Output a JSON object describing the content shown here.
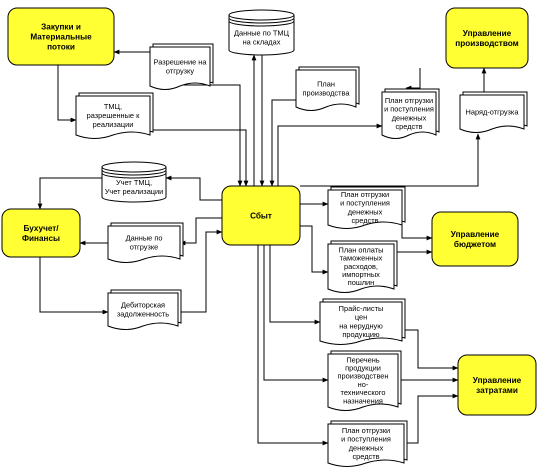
{
  "processes": [
    {
      "id": "zakupki",
      "label": "Закупки и\nМатериальные\nпотоки"
    },
    {
      "id": "proizvodstvo",
      "label": "Управление\nпроизводством"
    },
    {
      "id": "sbyt",
      "label": "Сбыт"
    },
    {
      "id": "buhuchet",
      "label": "Бухучет/\nФинансы"
    },
    {
      "id": "budzhet",
      "label": "Управление\nбюджетом"
    },
    {
      "id": "zatraty",
      "label": "Управление\nзатратами"
    }
  ],
  "stores": [
    {
      "id": "db_sklad",
      "label": "Данные по ТМЦ\nна складах"
    },
    {
      "id": "db_uchet",
      "label": "Учет ТМЦ,\nУчет реализации"
    }
  ],
  "documents": [
    {
      "id": "d_razresh",
      "label": "Разрешение на\nотгрузку"
    },
    {
      "id": "d_tmc",
      "label": "ТМЦ,\nразрешенные к\nреализации"
    },
    {
      "id": "d_plan_pr",
      "label": "План\nпроизводства"
    },
    {
      "id": "d_plan_otgr1",
      "label": "План отгрузки\nи поступления\nденежных\nсредств"
    },
    {
      "id": "d_naryad",
      "label": "Наряд-отгрузка"
    },
    {
      "id": "d_dannye",
      "label": "Данные по\nотгрузке"
    },
    {
      "id": "d_debitor",
      "label": "Дебиторская\nзадолженность"
    },
    {
      "id": "d_plan_otgr2",
      "label": "План отгрузки\nи поступления\nденежных\nсредств"
    },
    {
      "id": "d_plan_oplat",
      "label": "План оплаты\nтаможенных\nрасходов,\nимпортных\nпошлин"
    },
    {
      "id": "d_prais",
      "label": "Прайс-листы\nцен\nна нерудную\nпродукцию"
    },
    {
      "id": "d_perechen",
      "label": "Перечень\nпродукции\nпроизводствен\nно-\nтехнического\nназначения"
    },
    {
      "id": "d_plan_otgr3",
      "label": "План отгрузки\nи поступления\nденежных\nсредств"
    }
  ]
}
